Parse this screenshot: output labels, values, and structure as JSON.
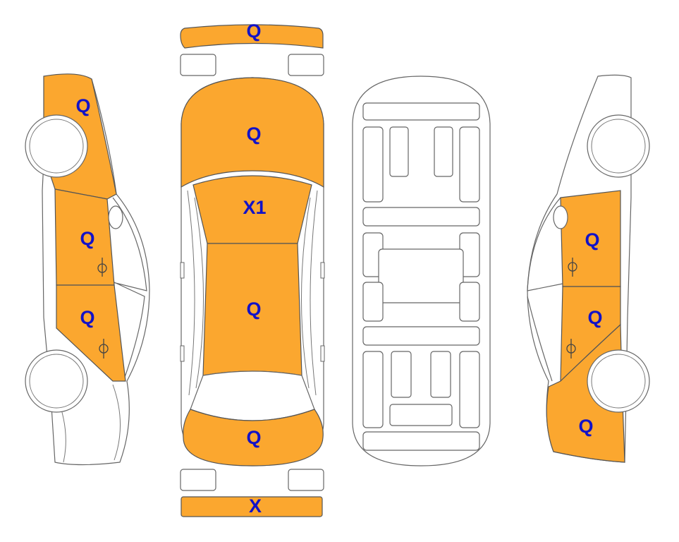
{
  "colors": {
    "damaged": "#FBA72F",
    "label": "#1212C8",
    "outline": "#666666"
  },
  "labels": {
    "front_bumper": "Q",
    "hood": "Q",
    "windshield": "X1",
    "roof": "Q",
    "trunk": "Q",
    "rear_bumper": "X",
    "left_front_fender": "Q",
    "left_front_door": "Q",
    "left_rear_door": "Q",
    "right_front_door": "Q",
    "right_rear_door": "Q",
    "right_rear_quarter": "Q"
  }
}
